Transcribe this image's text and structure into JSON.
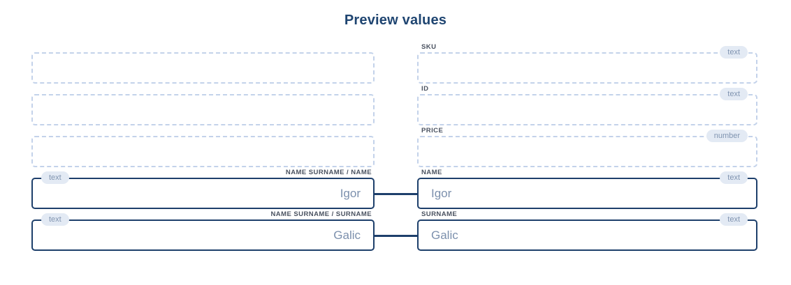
{
  "page": {
    "title": "Preview values",
    "background": "#ffffff",
    "accent": "#1f4571",
    "dashed_border_color": "#c3d2ea",
    "badge_bg": "#e3eaf4",
    "badge_fg": "#8094b0",
    "value_color": "#7c90ad"
  },
  "rows": [
    {
      "left": {
        "label": "",
        "value": "",
        "badge": "",
        "filled": false
      },
      "right": {
        "label": "SKU",
        "value": "",
        "badge": "text",
        "filled": false
      },
      "connector": false
    },
    {
      "left": {
        "label": "",
        "value": "",
        "badge": "",
        "filled": false
      },
      "right": {
        "label": "ID",
        "value": "",
        "badge": "text",
        "filled": false
      },
      "connector": false
    },
    {
      "left": {
        "label": "",
        "value": "",
        "badge": "",
        "filled": false
      },
      "right": {
        "label": "PRICE",
        "value": "",
        "badge": "number",
        "filled": false
      },
      "connector": false
    },
    {
      "left": {
        "label": "NAME SURNAME / NAME",
        "value": "Igor",
        "badge": "text",
        "filled": true
      },
      "right": {
        "label": "NAME",
        "value": "Igor",
        "badge": "text",
        "filled": true
      },
      "connector": true
    },
    {
      "left": {
        "label": "NAME SURNAME / SURNAME",
        "value": "Galic",
        "badge": "text",
        "filled": true
      },
      "right": {
        "label": "SURNAME",
        "value": "Galic",
        "badge": "text",
        "filled": true
      },
      "connector": true
    }
  ]
}
